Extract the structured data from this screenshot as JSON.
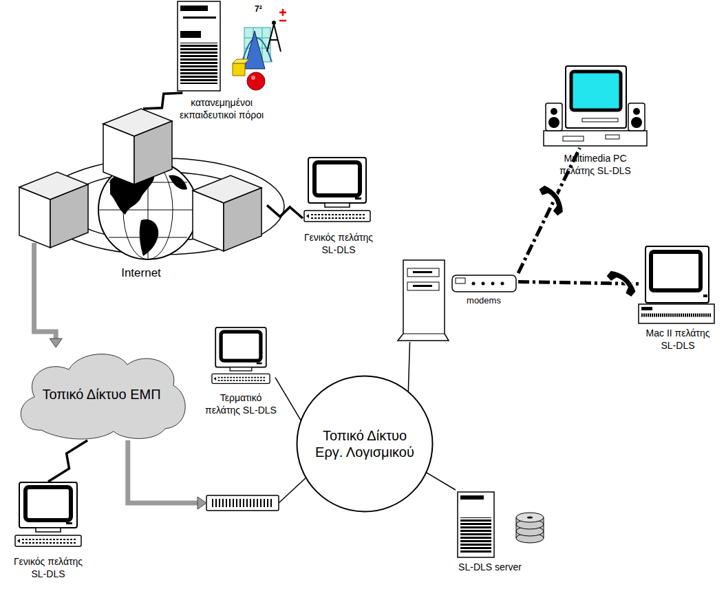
{
  "diagram": {
    "nodes": [
      {
        "text": [
          "κατανεμημένοι εκπαιδευτικοί πόροι"
        ]
      },
      {
        "text": [
          "Internet"
        ]
      },
      {
        "text": [
          "Multimedia PC πελάτης SL-DLS"
        ]
      },
      {
        "text": [
          "Γενικός πελάτης SL-DLS"
        ]
      },
      {
        "text": [
          "modems"
        ]
      },
      {
        "text": [
          "Mac II πελάτης SL-DLS"
        ]
      },
      {
        "text": [
          "Τοπικό Δίκτυο ΕΜΠ"
        ]
      },
      {
        "text": [
          "Τερματικό πελάτης SL-DLS"
        ]
      },
      {
        "text": [
          "Τοπικό Δίκτυο Εργ. Λογισμικού"
        ]
      },
      {
        "text": [
          "SL-DLS server"
        ]
      },
      {
        "text": [
          "Γενικός πελάτης SL-DLS"
        ]
      }
    ],
    "edges": [
      {
        "from": 0,
        "to": 1,
        "arrow": "none"
      },
      {
        "from": 3,
        "to": 1,
        "arrow": "none"
      },
      {
        "from": 1,
        "to": 6,
        "arrow": "to"
      },
      {
        "from": 6,
        "to": 10,
        "arrow": "none"
      },
      {
        "from": 6,
        "to": 8,
        "arrow": "to"
      },
      {
        "from": 7,
        "to": 8,
        "arrow": "none"
      },
      {
        "from": 4,
        "to": 8,
        "arrow": "none"
      },
      {
        "from": 4,
        "to": 2,
        "arrow": "none"
      },
      {
        "from": 4,
        "to": 5,
        "arrow": "none"
      },
      {
        "from": 9,
        "to": 8,
        "arrow": "none"
      }
    ],
    "labels": [
      "7²"
    ]
  }
}
